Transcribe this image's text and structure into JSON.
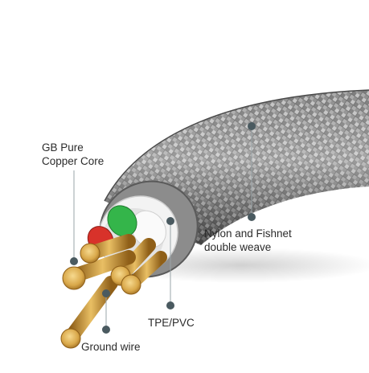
{
  "callouts": {
    "copper_core": {
      "line1": "GB Pure",
      "line2": "Copper Core"
    },
    "weave": {
      "line1": "Nylon and Fishnet",
      "line2": "double weave"
    },
    "insulation": {
      "text": "TPE/PVC"
    },
    "ground": {
      "text": "Ground wire"
    }
  },
  "colors": {
    "braid_dark": "#5f5f5f",
    "braid_light": "#b9b9b9",
    "copper": "#d9a84a",
    "copper_dark": "#9c6a1c",
    "wire_green": "#34b54a",
    "wire_red": "#d8322a",
    "wire_white": "#f2f2f2",
    "leader_dot": "#4a5a60"
  }
}
